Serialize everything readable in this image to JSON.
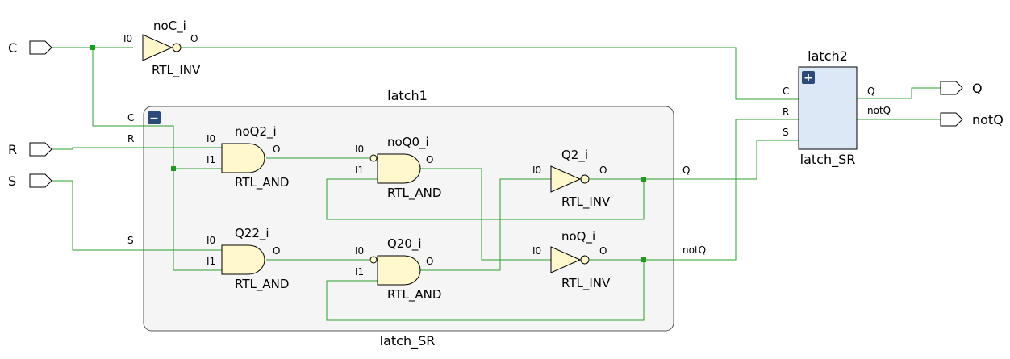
{
  "ports": {
    "inputs": [
      {
        "name": "C"
      },
      {
        "name": "R"
      },
      {
        "name": "S"
      }
    ],
    "outputs": [
      {
        "name": "Q"
      },
      {
        "name": "notQ"
      }
    ]
  },
  "top_gate": {
    "name": "noC_i",
    "type": "RTL_INV",
    "in_pin": "I0",
    "out_pin": "O"
  },
  "latch1": {
    "instance": "latch1",
    "cell": "latch_SR",
    "collapse_symbol": "−",
    "pins_in": [
      "C",
      "R",
      "S"
    ],
    "pins_out": [
      "Q",
      "notQ"
    ],
    "gates": [
      {
        "name": "noQ2_i",
        "type": "RTL_AND",
        "pins": [
          "I0",
          "I1",
          "O"
        ]
      },
      {
        "name": "noQ0_i",
        "type": "RTL_AND",
        "pins": [
          "I0",
          "I1",
          "O"
        ]
      },
      {
        "name": "Q2_i",
        "type": "RTL_INV",
        "pins": [
          "I0",
          "O"
        ]
      },
      {
        "name": "Q22_i",
        "type": "RTL_AND",
        "pins": [
          "I0",
          "I1",
          "O"
        ]
      },
      {
        "name": "Q20_i",
        "type": "RTL_AND",
        "pins": [
          "I0",
          "I1",
          "O"
        ]
      },
      {
        "name": "noQ_i",
        "type": "RTL_INV",
        "pins": [
          "I0",
          "O"
        ]
      }
    ]
  },
  "latch2": {
    "instance": "latch2",
    "cell": "latch_SR",
    "expand_symbol": "+",
    "pins_in": [
      "C",
      "R",
      "S"
    ],
    "pins_out": [
      "Q",
      "notQ"
    ]
  },
  "colors": {
    "wire": "#2ca02c",
    "gate_fill": "#fff8cc",
    "block_fill": "#dde8f7",
    "badge": "#2b4a7a"
  }
}
